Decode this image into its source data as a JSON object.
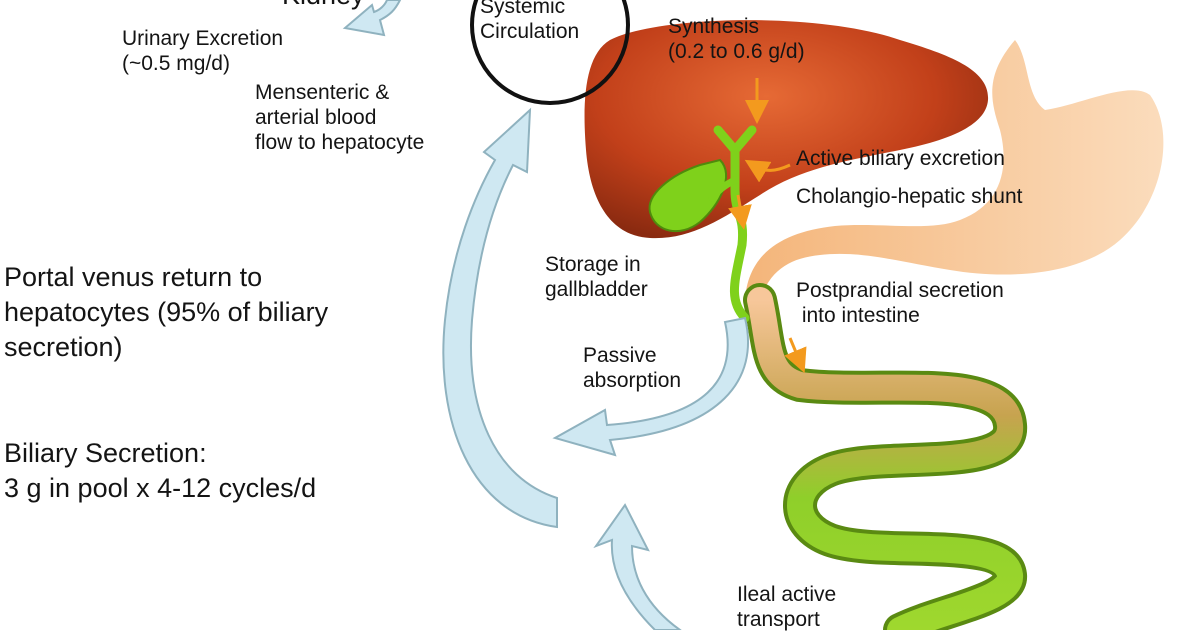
{
  "labels": {
    "kidney": "Kidney",
    "urinary_excretion": "Urinary Excretion\n(~0.5 mg/d)",
    "mesenteric": "Mensenteric &\narterial blood\nflow to hepatocyte",
    "systemic_circulation": "Systemic\nCirculation",
    "synthesis": "Synthesis\n(0.2 to 0.6 g/d)",
    "active_biliary_excretion": "Active biliary excretion",
    "cholangio_hepatic_shunt": "Cholangio-hepatic shunt",
    "storage_gallbladder": "Storage in\ngallbladder",
    "postprandial_secretion": "Postprandial secretion\n into intestine",
    "passive_absorption": "Passive\nabsorption",
    "ileal_active_transport": "Ileal active\ntransport",
    "portal_return": "Portal venus return to\nhepatocytes (95% of biliary\nsecretion)",
    "biliary_secretion": "Biliary Secretion:\n3 g in pool x 4-12 cycles/d"
  },
  "colors": {
    "liver": "#c2401a",
    "bile_green": "#7fd11b",
    "stomach_peach": "#f6c08f",
    "arrow_blue": "#cfe8f2",
    "arrow_outline": "#8fb2bf",
    "marker_orange": "#f39a1e"
  }
}
